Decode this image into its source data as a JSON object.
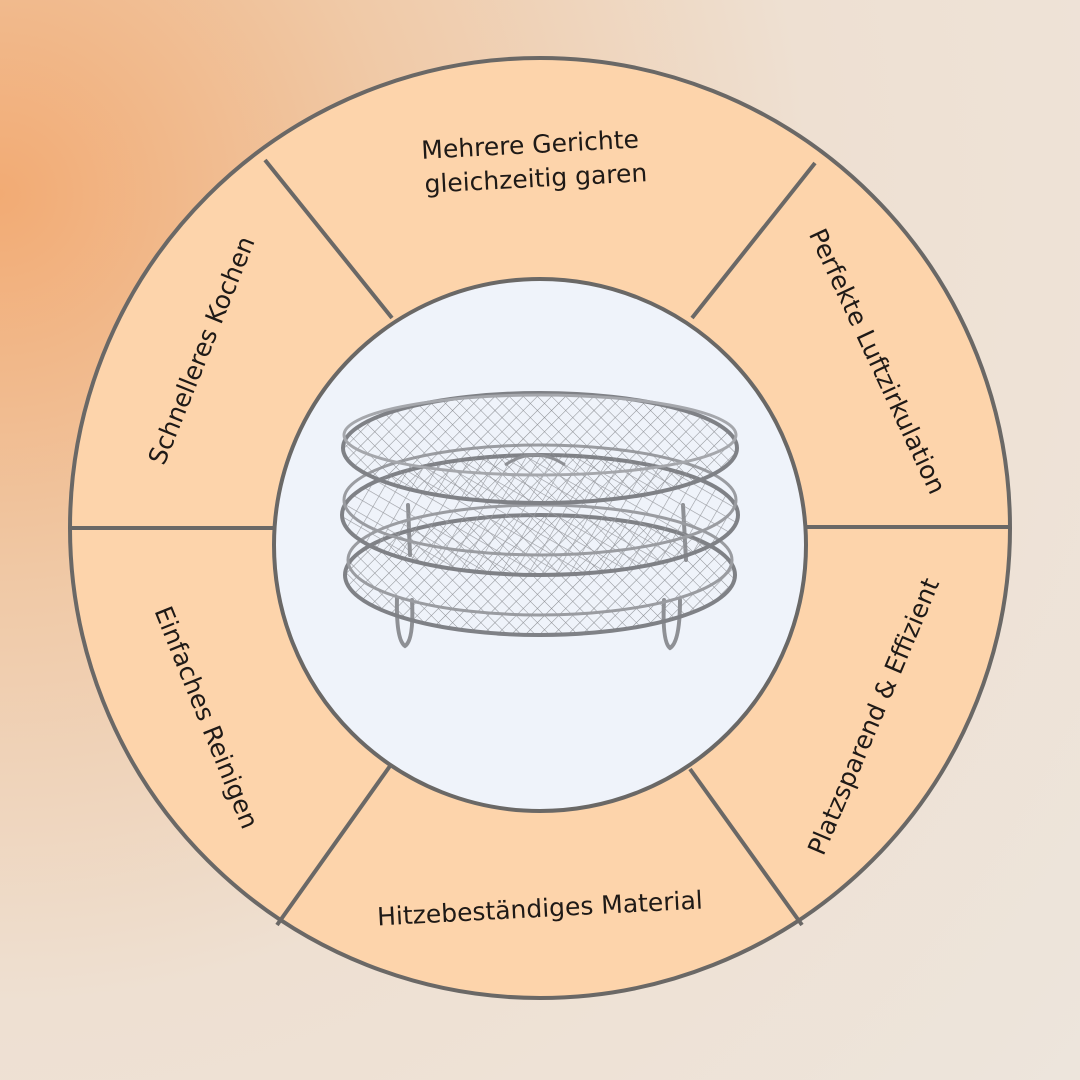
{
  "diagram": {
    "segments": [
      {
        "name": "top",
        "lines": [
          "Mehrere Gerichte",
          "gleichzeitig garen"
        ]
      },
      {
        "name": "right-upper",
        "lines": [
          "Perfekte Luftzirkulation"
        ]
      },
      {
        "name": "right-lower",
        "lines": [
          "Platzsparend & Effizient"
        ]
      },
      {
        "name": "bottom",
        "lines": [
          "Hitzebeständiges Material"
        ]
      },
      {
        "name": "left-lower",
        "lines": [
          "Einfaches Reinigen"
        ]
      },
      {
        "name": "left-upper",
        "lines": [
          "Schnelleres Kochen"
        ]
      }
    ],
    "center_image": "stacked-round-wire-mesh-air-fryer-racks"
  },
  "colors": {
    "segment_fill": "#fdd4ab",
    "border": "#6a6866",
    "center_fill": "#eff3fa",
    "text": "#1f1a17",
    "metal": "#8e9095"
  }
}
